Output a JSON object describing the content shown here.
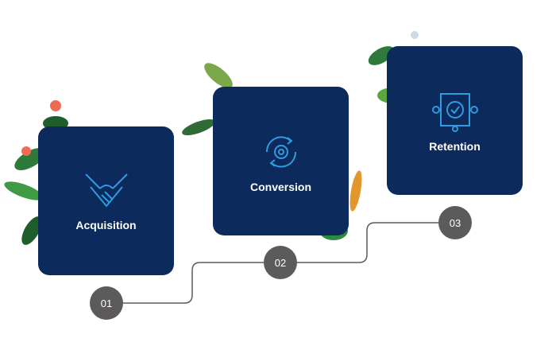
{
  "steps": [
    {
      "number": "01",
      "label": "Acquisition",
      "icon": "handshake-icon"
    },
    {
      "number": "02",
      "label": "Conversion",
      "icon": "conversion-cycle-icon"
    },
    {
      "number": "03",
      "label": "Retention",
      "icon": "retention-badge-icon"
    }
  ],
  "colors": {
    "card": "#0c2a5b",
    "icon": "#2f9be0",
    "circle": "#5c5a5b",
    "leaf": "#2e7d3a"
  }
}
